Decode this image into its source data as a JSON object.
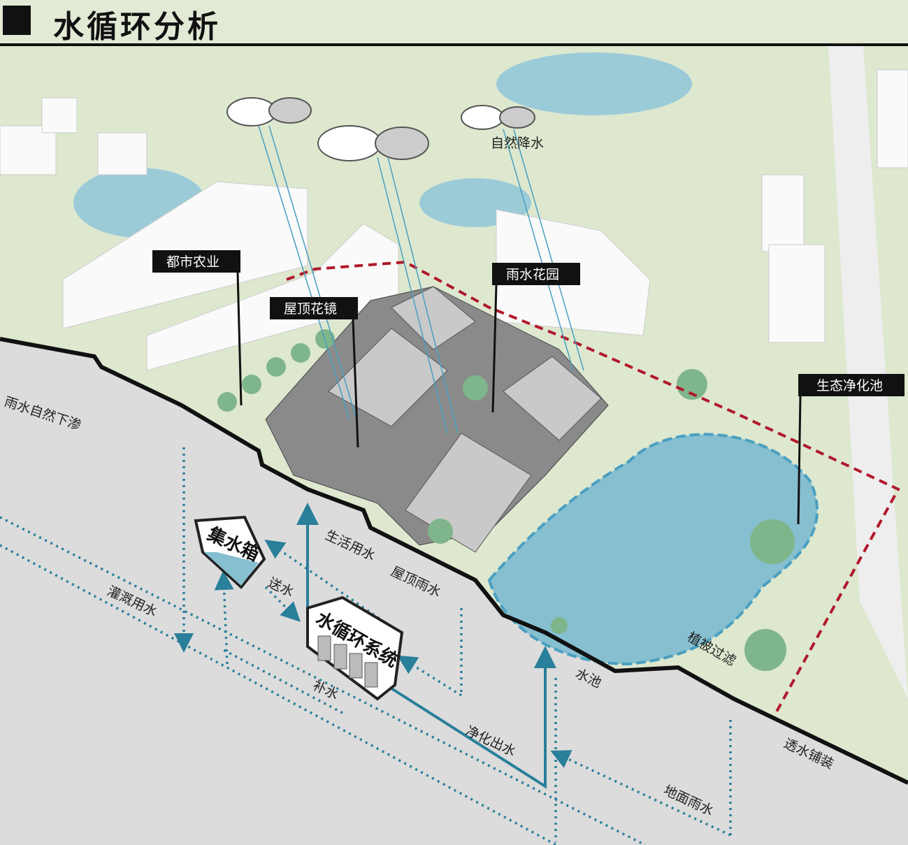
{
  "header": {
    "title": "水循环分析"
  },
  "labels": {
    "natural_rain": "自然降水",
    "urban_agriculture": "都市农业",
    "roof_garden": "屋顶花镜",
    "rain_garden": "雨水花园",
    "eco_pond": "生态净化池",
    "rain_infiltration": "雨水自然下渗",
    "tank": "集水箱",
    "send_water": "送水",
    "domestic_water": "生活用水",
    "roof_rainwater": "屋顶雨水",
    "irrigation_water": "灌溉用水",
    "system": "水循环系统",
    "replenish": "补水",
    "purified_outflow": "净化出水",
    "pool": "水池",
    "vegetation_filter": "植被过滤",
    "permeable_paving": "透水铺装",
    "ground_rainwater": "地面雨水"
  },
  "colors": {
    "water": "#8cc4d4",
    "flow": "#2a7f9a",
    "boundary": "#b0182a",
    "land": "#dde8cf",
    "ground": "#dcdcdc"
  }
}
